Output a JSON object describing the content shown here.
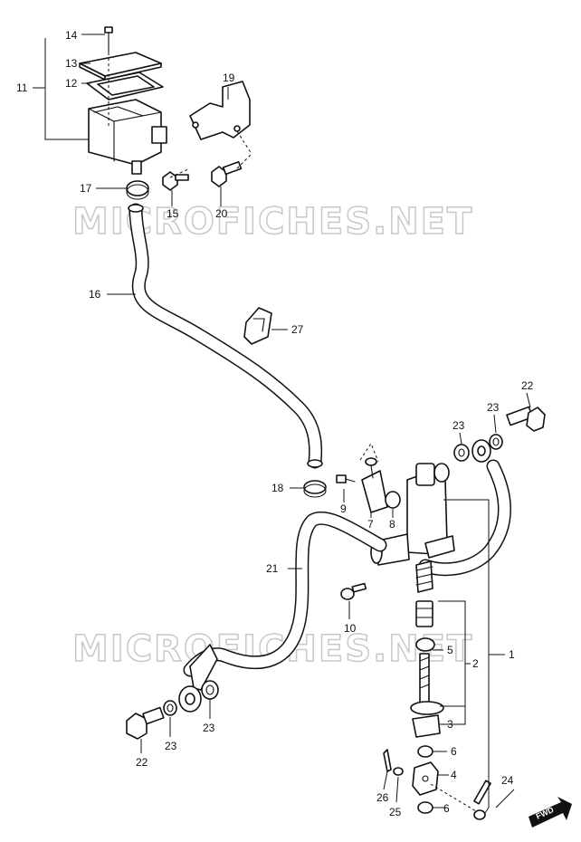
{
  "watermark": "MICROFICHES.NET",
  "fwd_label": "FWD",
  "callouts": {
    "c1": "1",
    "c2": "2",
    "c3": "3",
    "c4": "4",
    "c5": "5",
    "c6a": "6",
    "c6b": "6",
    "c7": "7",
    "c8": "8",
    "c9": "9",
    "c10": "10",
    "c11": "11",
    "c12": "12",
    "c13": "13",
    "c14": "14",
    "c15": "15",
    "c16": "16",
    "c17": "17",
    "c18": "18",
    "c19": "19",
    "c20": "20",
    "c21": "21",
    "c22a": "22",
    "c22b": "22",
    "c23a": "23",
    "c23b": "23",
    "c23c": "23",
    "c23d": "23",
    "c24": "24",
    "c25": "25",
    "c26": "26",
    "c27": "27"
  }
}
